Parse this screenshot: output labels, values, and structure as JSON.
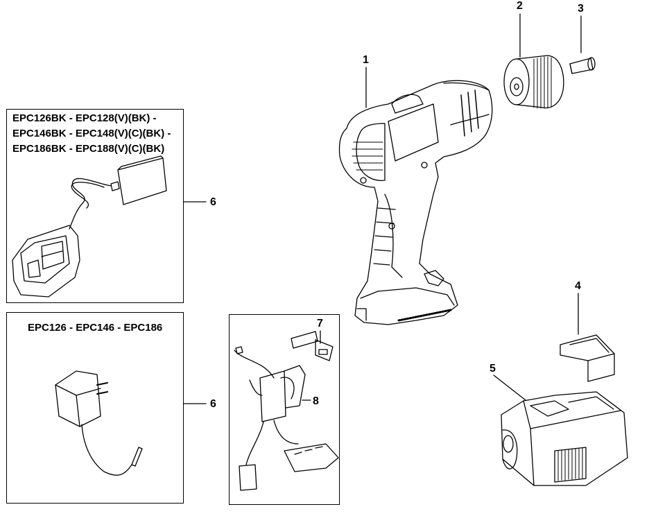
{
  "charger_box": {
    "title_lines": [
      "EPC126BK - EPC128(V)(BK) -",
      "EPC146BK - EPC148(V)(C)(BK) -",
      "EPC186BK - EPC188(V)(C)(BK)"
    ]
  },
  "adapter_box": {
    "title": "EPC126 - EPC146 - EPC186"
  },
  "callouts": {
    "c1": "1",
    "c2": "2",
    "c3": "3",
    "c4": "4",
    "c5": "5",
    "c6a": "6",
    "c6b": "6",
    "c7": "7",
    "c8": "8"
  }
}
